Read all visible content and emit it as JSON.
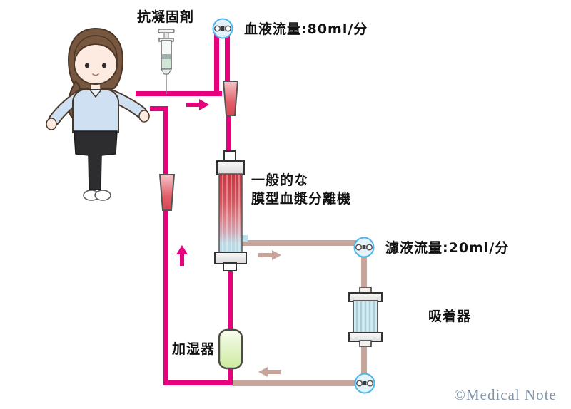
{
  "diagram": {
    "labels": {
      "anticoagulant": "抗凝固剤",
      "blood_flow_rate": "血液流量:80ml/分",
      "separator_line1": "一般的な",
      "separator_line2": "膜型血漿分離機",
      "filtrate_flow_rate": "濾液流量:20ml/分",
      "adsorber": "吸着器",
      "humidifier": "加湿器"
    },
    "footer": {
      "copyright": "©Medical Note"
    },
    "icons": {
      "pump": "roller-pump-icon",
      "syringe": "syringe-icon",
      "arrow": "flow-arrow-icon"
    },
    "colors": {
      "blood_line": "#e6007e",
      "plasma_line": "#c8a59b",
      "pump_fill": "#e4f2fb",
      "pump_border": "#49b7e9",
      "copyright_text": "#7f94aa"
    }
  }
}
